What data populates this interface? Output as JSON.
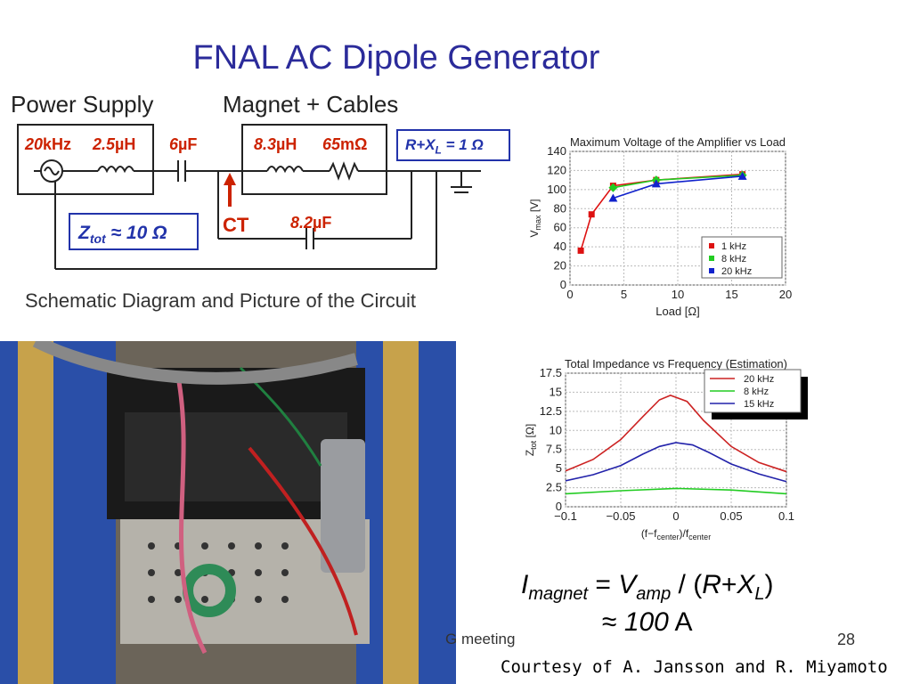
{
  "title": "FNAL AC Dipole Generator",
  "sections": {
    "power_supply": "Power Supply",
    "magnet_cables": "Magnet + Cables"
  },
  "circuit": {
    "source_freq_num": "20",
    "source_freq_unit": "kHz",
    "ps_inductance_num": "2.5",
    "ps_inductance_unit": "µH",
    "ps_cap_num": "6",
    "ps_cap_unit": "µF",
    "mag_inductance_num": "8.3",
    "mag_inductance_unit": "µH",
    "mag_res_num": "65",
    "mag_res_unit": "mΩ",
    "rxl_pre": "R+X",
    "rxl_sub": "L",
    "rxl_post": " = 1 Ω",
    "ztot_pre": "Z",
    "ztot_sub": "tot",
    "ztot_post": " ≈ 10 Ω",
    "ct": "CT",
    "bottom_cap_num": "8.2",
    "bottom_cap_unit": "µF",
    "colors": {
      "red": "#cc2200",
      "blue": "#2233aa"
    }
  },
  "caption": "Schematic Diagram and Picture of the Circuit",
  "footer": {
    "meeting": "G meeting",
    "page": "28",
    "courtesy": "Courtesy of A. Jansson and R. Miyamoto"
  },
  "formula": {
    "I": "I",
    "I_sub": "magnet",
    "eq": " = ",
    "V": "V",
    "V_sub": "amp",
    "div": " / (",
    "R": "R",
    "plus": "+",
    "X": "X",
    "X_sub": "L",
    "close": ")",
    "approx": "≈ ",
    "value": "100",
    "unit": " A"
  },
  "chart_data": [
    {
      "type": "line",
      "title": "Maximum Voltage of the Amplifier vs Load",
      "xlabel": "Load [Ω]",
      "ylabel_main": "V",
      "ylabel_sub": "max",
      "ylabel_unit": " [V]",
      "xlim": [
        0,
        20
      ],
      "ylim": [
        0,
        140
      ],
      "xticks": [
        0,
        5,
        10,
        15,
        20
      ],
      "yticks": [
        0,
        20,
        40,
        60,
        80,
        100,
        120,
        140
      ],
      "grid": true,
      "legend_position": "lower-right",
      "series": [
        {
          "name": "1 kHz",
          "color": "#dd1111",
          "marker": "square",
          "x": [
            1,
            2,
            4,
            8,
            16
          ],
          "y": [
            36,
            74,
            104,
            110,
            116
          ]
        },
        {
          "name": "8 kHz",
          "color": "#22cc22",
          "marker": "diamond",
          "x": [
            4,
            8,
            16
          ],
          "y": [
            102,
            110,
            115
          ]
        },
        {
          "name": "20 kHz",
          "color": "#1122cc",
          "marker": "triangle",
          "x": [
            4,
            8,
            16
          ],
          "y": [
            91,
            106,
            114
          ]
        }
      ]
    },
    {
      "type": "line",
      "title": "Total Impedance vs Frequency (Estimation)",
      "xlabel": "(f−f_center)/f_center",
      "xlabel_main": "(f−f",
      "xlabel_sub1": "center",
      "xlabel_mid": ")/f",
      "xlabel_sub2": "center",
      "ylabel_main": "Z",
      "ylabel_sub": "tot",
      "ylabel_unit": " [Ω]",
      "xlim": [
        -0.1,
        0.1
      ],
      "ylim": [
        0,
        17.5
      ],
      "xticks": [
        -0.1,
        -0.05,
        0,
        0.05,
        0.1
      ],
      "xtick_labels": [
        "−0.1",
        "−0.05",
        "0",
        "0.05",
        "0.1"
      ],
      "yticks": [
        0,
        2.5,
        5,
        7.5,
        10,
        12.5,
        15,
        17.5
      ],
      "ytick_labels": [
        "0",
        "2.5",
        "5",
        "7.5",
        "10",
        "12.5",
        "15",
        "17.5"
      ],
      "grid": true,
      "legend_position": "top-right",
      "series": [
        {
          "name": "20 kHz",
          "color": "#cc2222",
          "x": [
            -0.1,
            -0.075,
            -0.05,
            -0.03,
            -0.015,
            -0.005,
            0.01,
            0.025,
            0.05,
            0.075,
            0.1
          ],
          "y": [
            4.7,
            6.2,
            8.8,
            11.8,
            14.0,
            14.6,
            13.8,
            11.3,
            7.9,
            5.8,
            4.6
          ]
        },
        {
          "name": "8 kHz",
          "color": "#22cc22",
          "x": [
            -0.1,
            -0.05,
            0,
            0.05,
            0.1
          ],
          "y": [
            1.7,
            2.1,
            2.4,
            2.2,
            1.7
          ]
        },
        {
          "name": "15 kHz",
          "color": "#2222aa",
          "x": [
            -0.1,
            -0.075,
            -0.05,
            -0.03,
            -0.015,
            0,
            0.015,
            0.03,
            0.05,
            0.075,
            0.1
          ],
          "y": [
            3.4,
            4.2,
            5.4,
            6.9,
            7.9,
            8.4,
            8.1,
            7.1,
            5.6,
            4.3,
            3.3
          ]
        }
      ]
    }
  ]
}
